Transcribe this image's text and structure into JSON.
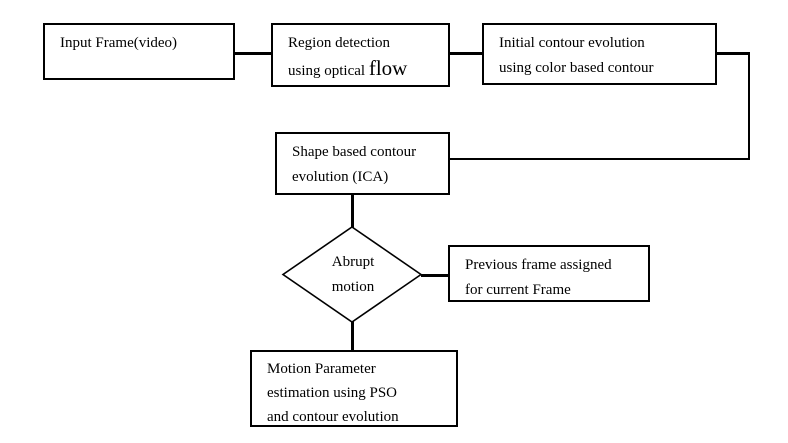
{
  "page": {
    "background": "#ffffff",
    "stroke_color": "#000000",
    "diagram_type": "flowchart"
  },
  "nodes": {
    "input_frame": {
      "label": "Input Frame(video)"
    },
    "region_detection": {
      "line1": "Region detection",
      "line2_prefix": "using optical ",
      "line2_emphasis": "flow"
    },
    "initial_contour": {
      "line1": "Initial contour evolution",
      "line2": "using color based contour"
    },
    "shape_contour": {
      "line1": "Shape based contour",
      "line2": "evolution (ICA)"
    },
    "abrupt_motion": {
      "line1": "Abrupt",
      "line2": "motion"
    },
    "previous_frame": {
      "line1": "Previous frame assigned",
      "line2": "for current Frame"
    },
    "motion_parameter": {
      "line1": "Motion Parameter",
      "line2": "estimation using PSO",
      "line3": "and contour evolution"
    }
  }
}
